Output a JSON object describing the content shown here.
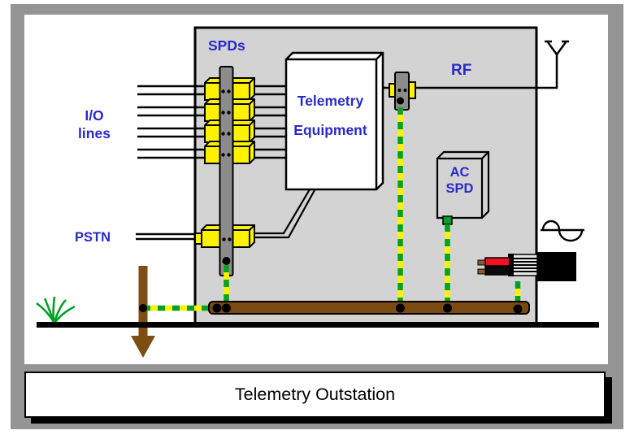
{
  "labels": {
    "spds": "SPDs",
    "io_lines": "I/O\nlines",
    "rf": "RF",
    "pstn": "PSTN",
    "telemetry_equipment": "Telemetry\nEquipment",
    "ac_spd": "AC\nSPD"
  },
  "caption": {
    "text": "Telemetry Outstation"
  },
  "colors": {
    "frame_gray": "#949494",
    "building_gray": "#D3D3D3",
    "spd_yellow": "#FFF200",
    "earth_green": "#00A029",
    "earth_yellow": "#FFF200",
    "brown": "#7B4A12",
    "label_blue": "#2A2AC9",
    "mains_red": "#EE1122"
  },
  "devices": {
    "io_spd_count": 4,
    "pstn_spd_count": 1,
    "rf_spd_count": 1,
    "ac_spd_count": 1,
    "parts": [
      "io-spd",
      "pstn-spd",
      "rf-spd",
      "ac-spd",
      "telemetry-equipment",
      "din-rail",
      "earth-bar",
      "earth-rod",
      "antenna",
      "mains-entry"
    ]
  }
}
